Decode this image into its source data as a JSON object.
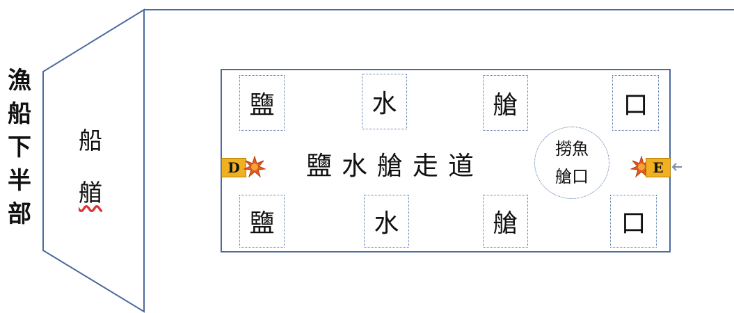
{
  "title_vertical": [
    "漁",
    "船",
    "下",
    "半",
    "部"
  ],
  "bow": {
    "line1": "船",
    "line2": "艏"
  },
  "holds": {
    "top": [
      "鹽",
      "水",
      "艙",
      "口"
    ],
    "bottom": [
      "鹽",
      "水",
      "艙",
      "口"
    ]
  },
  "corridor_label": "鹽水艙走道",
  "fish_hatch": {
    "line1": "撈魚",
    "line2": "艙口"
  },
  "doors": {
    "left": "D",
    "right": "E"
  },
  "colors": {
    "outline": "#4a6a9e",
    "dotted": "#5677a8",
    "door": "#f0b020",
    "burst": "#e25c1f"
  }
}
